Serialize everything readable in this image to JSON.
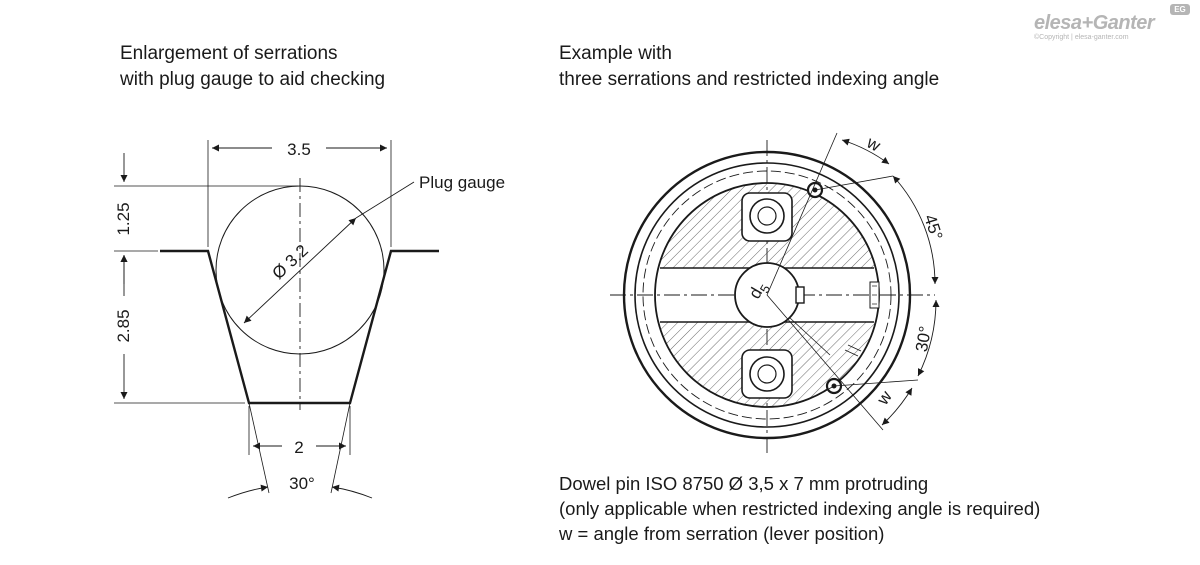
{
  "left_caption": {
    "line1": "Enlargement of serrations",
    "line2": "with plug gauge to aid checking"
  },
  "right_caption": {
    "line1": "Example with",
    "line2": "three serrations and restricted indexing angle"
  },
  "bottom_note": {
    "line1": "Dowel pin ISO 8750 Ø 3,5 x 7 mm protruding",
    "line2": "(only applicable when restricted indexing angle is required)",
    "line3": "w = angle from serration (lever position)"
  },
  "serration_dimensions": {
    "top_width": "3.5",
    "plug_gauge_label": "Plug gauge",
    "diameter": "Ø 3.2",
    "gauge_height": "1.25",
    "depth": "2.85",
    "bottom_width": "2",
    "angle": "30°"
  },
  "hub_dimensions": {
    "hole_label": "d",
    "hole_subscript": "5",
    "w_upper": "w",
    "angle_upper": "45°",
    "angle_lower": "30°",
    "w_lower": "w"
  },
  "logo": {
    "name": "elesa+Ganter",
    "copyright": "©Copyright | elesa-ganter.com",
    "badge": "EG"
  }
}
